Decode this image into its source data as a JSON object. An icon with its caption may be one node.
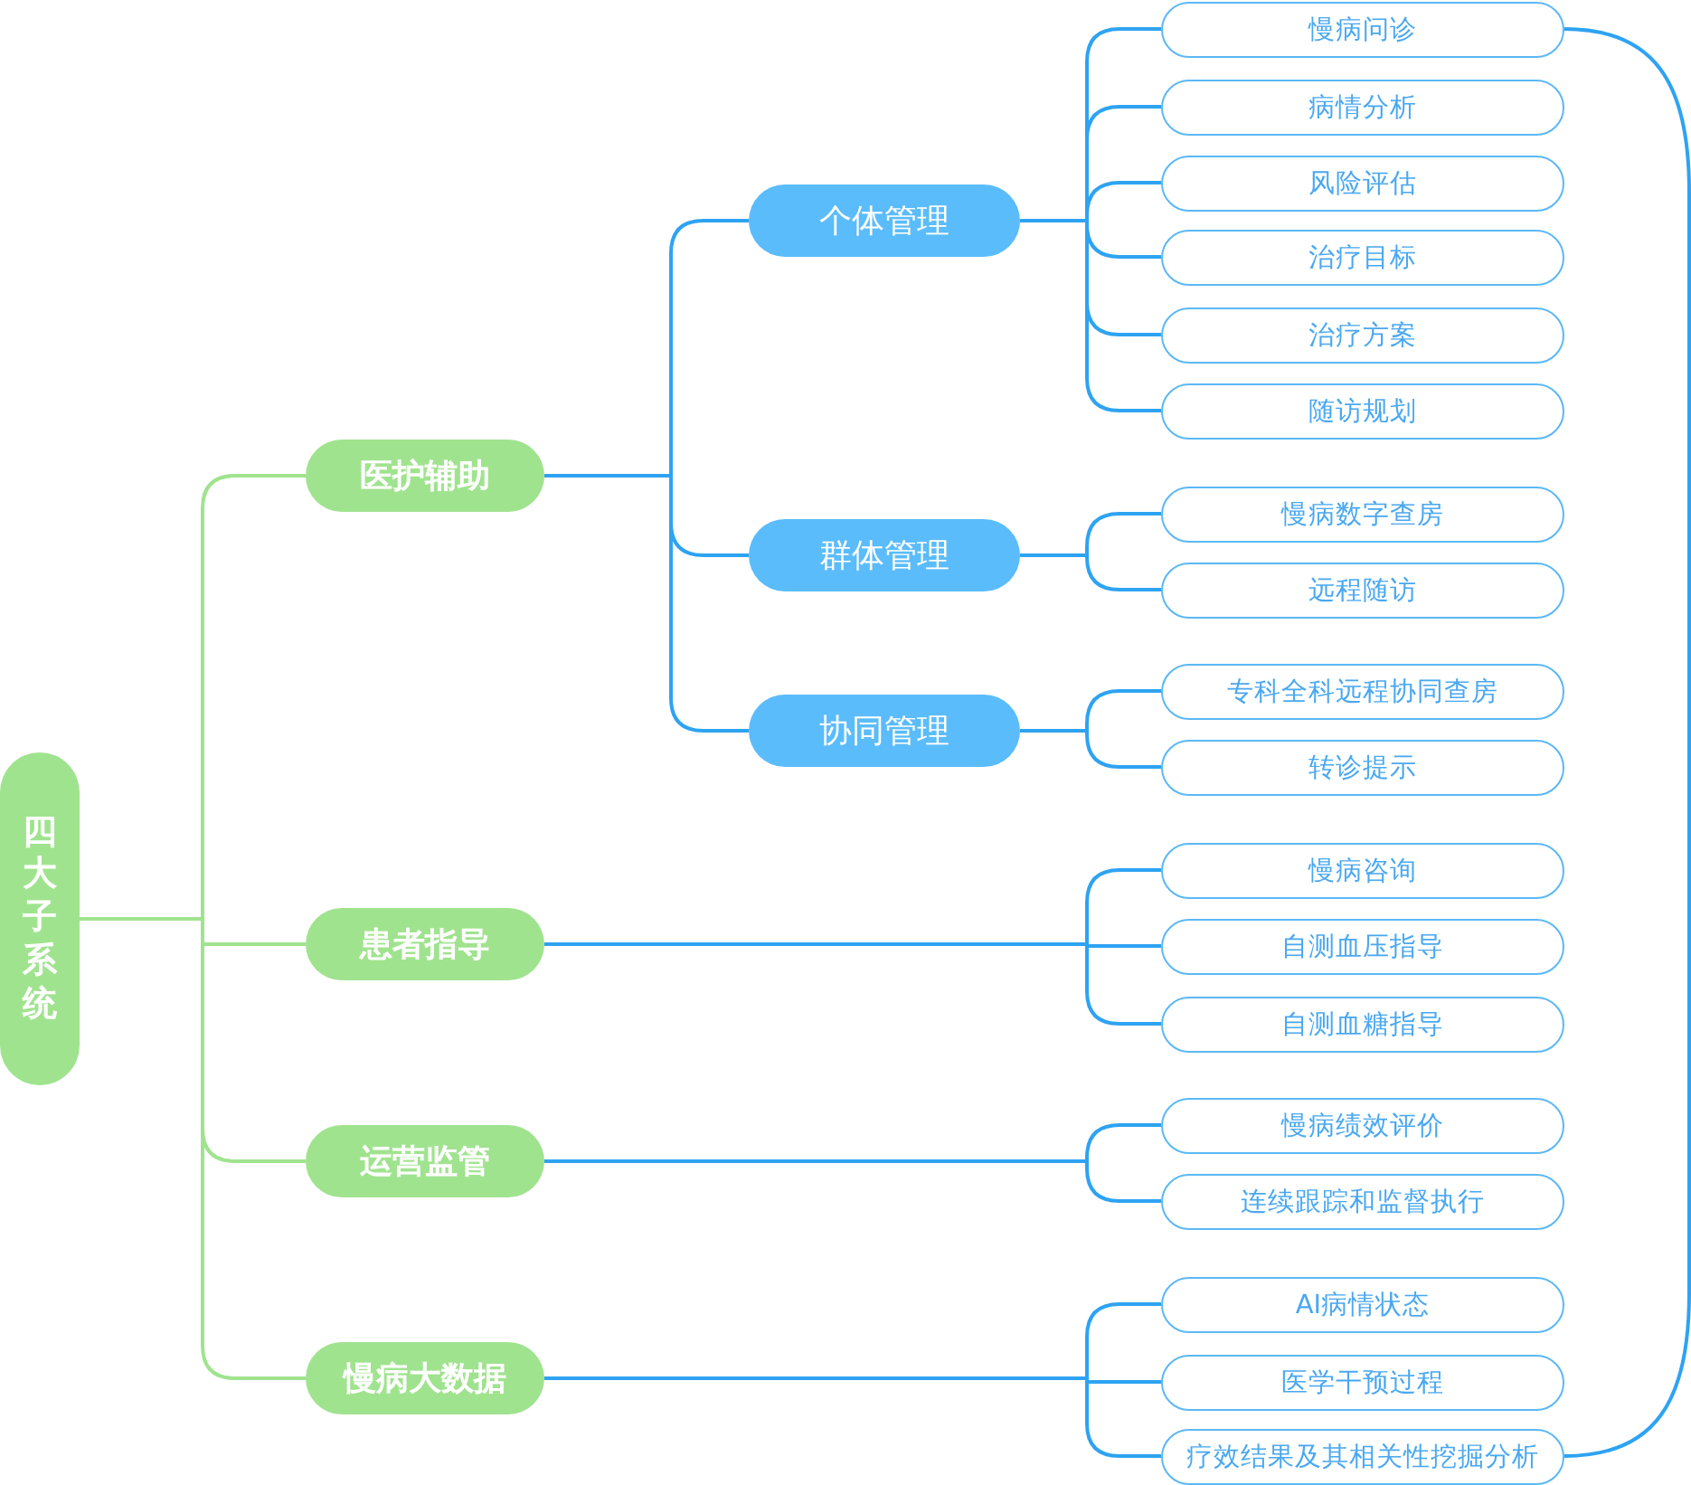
{
  "diagram": {
    "nodes": [
      {
        "text": [
          "四大子系统"
        ]
      },
      {
        "text": [
          "医护辅助"
        ]
      },
      {
        "text": [
          "个体管理"
        ]
      },
      {
        "text": [
          "慢病问诊"
        ]
      },
      {
        "text": [
          "病情分析"
        ]
      },
      {
        "text": [
          "风险评估"
        ]
      },
      {
        "text": [
          "治疗目标"
        ]
      },
      {
        "text": [
          "治疗方案"
        ]
      },
      {
        "text": [
          "随访规划"
        ]
      },
      {
        "text": [
          "群体管理"
        ]
      },
      {
        "text": [
          "慢病数字查房"
        ]
      },
      {
        "text": [
          "远程随访"
        ]
      },
      {
        "text": [
          "协同管理"
        ]
      },
      {
        "text": [
          "专科全科远程协同查房"
        ]
      },
      {
        "text": [
          "转诊提示"
        ]
      },
      {
        "text": [
          "患者指导"
        ]
      },
      {
        "text": [
          "慢病咨询"
        ]
      },
      {
        "text": [
          "自测血压指导"
        ]
      },
      {
        "text": [
          "自测血糖指导"
        ]
      },
      {
        "text": [
          "运营监管"
        ]
      },
      {
        "text": [
          "慢病绩效评价"
        ]
      },
      {
        "text": [
          "连续跟踪和监督执行"
        ]
      },
      {
        "text": [
          "慢病大数据"
        ]
      },
      {
        "text": [
          "AI病情状态"
        ]
      },
      {
        "text": [
          "医学干预过程"
        ]
      },
      {
        "text": [
          "疗效结果及其相关性挖掘分析"
        ]
      }
    ],
    "edges": [
      {
        "from": 0,
        "to": 1,
        "arrow": "none",
        "color": "#a0e38f"
      },
      {
        "from": 0,
        "to": 15,
        "arrow": "none",
        "color": "#a0e38f"
      },
      {
        "from": 0,
        "to": 19,
        "arrow": "none",
        "color": "#a0e38f"
      },
      {
        "from": 0,
        "to": 22,
        "arrow": "none",
        "color": "#a0e38f"
      },
      {
        "from": 1,
        "to": 2,
        "arrow": "none"
      },
      {
        "from": 1,
        "to": 9,
        "arrow": "none"
      },
      {
        "from": 1,
        "to": 12,
        "arrow": "none"
      },
      {
        "from": 2,
        "to": 3,
        "arrow": "none"
      },
      {
        "from": 2,
        "to": 4,
        "arrow": "none"
      },
      {
        "from": 2,
        "to": 5,
        "arrow": "none"
      },
      {
        "from": 2,
        "to": 6,
        "arrow": "none"
      },
      {
        "from": 2,
        "to": 7,
        "arrow": "none"
      },
      {
        "from": 2,
        "to": 8,
        "arrow": "none"
      },
      {
        "from": 9,
        "to": 10,
        "arrow": "none"
      },
      {
        "from": 9,
        "to": 11,
        "arrow": "none"
      },
      {
        "from": 12,
        "to": 13,
        "arrow": "none"
      },
      {
        "from": 12,
        "to": 14,
        "arrow": "none"
      },
      {
        "from": 15,
        "to": 16,
        "arrow": "none"
      },
      {
        "from": 15,
        "to": 17,
        "arrow": "none"
      },
      {
        "from": 15,
        "to": 18,
        "arrow": "none"
      },
      {
        "from": 19,
        "to": 20,
        "arrow": "none"
      },
      {
        "from": 19,
        "to": 21,
        "arrow": "none"
      },
      {
        "from": 22,
        "to": 23,
        "arrow": "none"
      },
      {
        "from": 22,
        "to": 24,
        "arrow": "none"
      },
      {
        "from": 22,
        "to": 25,
        "arrow": "none"
      },
      {
        "from": 3,
        "to": 25,
        "arrow": "none"
      }
    ]
  }
}
